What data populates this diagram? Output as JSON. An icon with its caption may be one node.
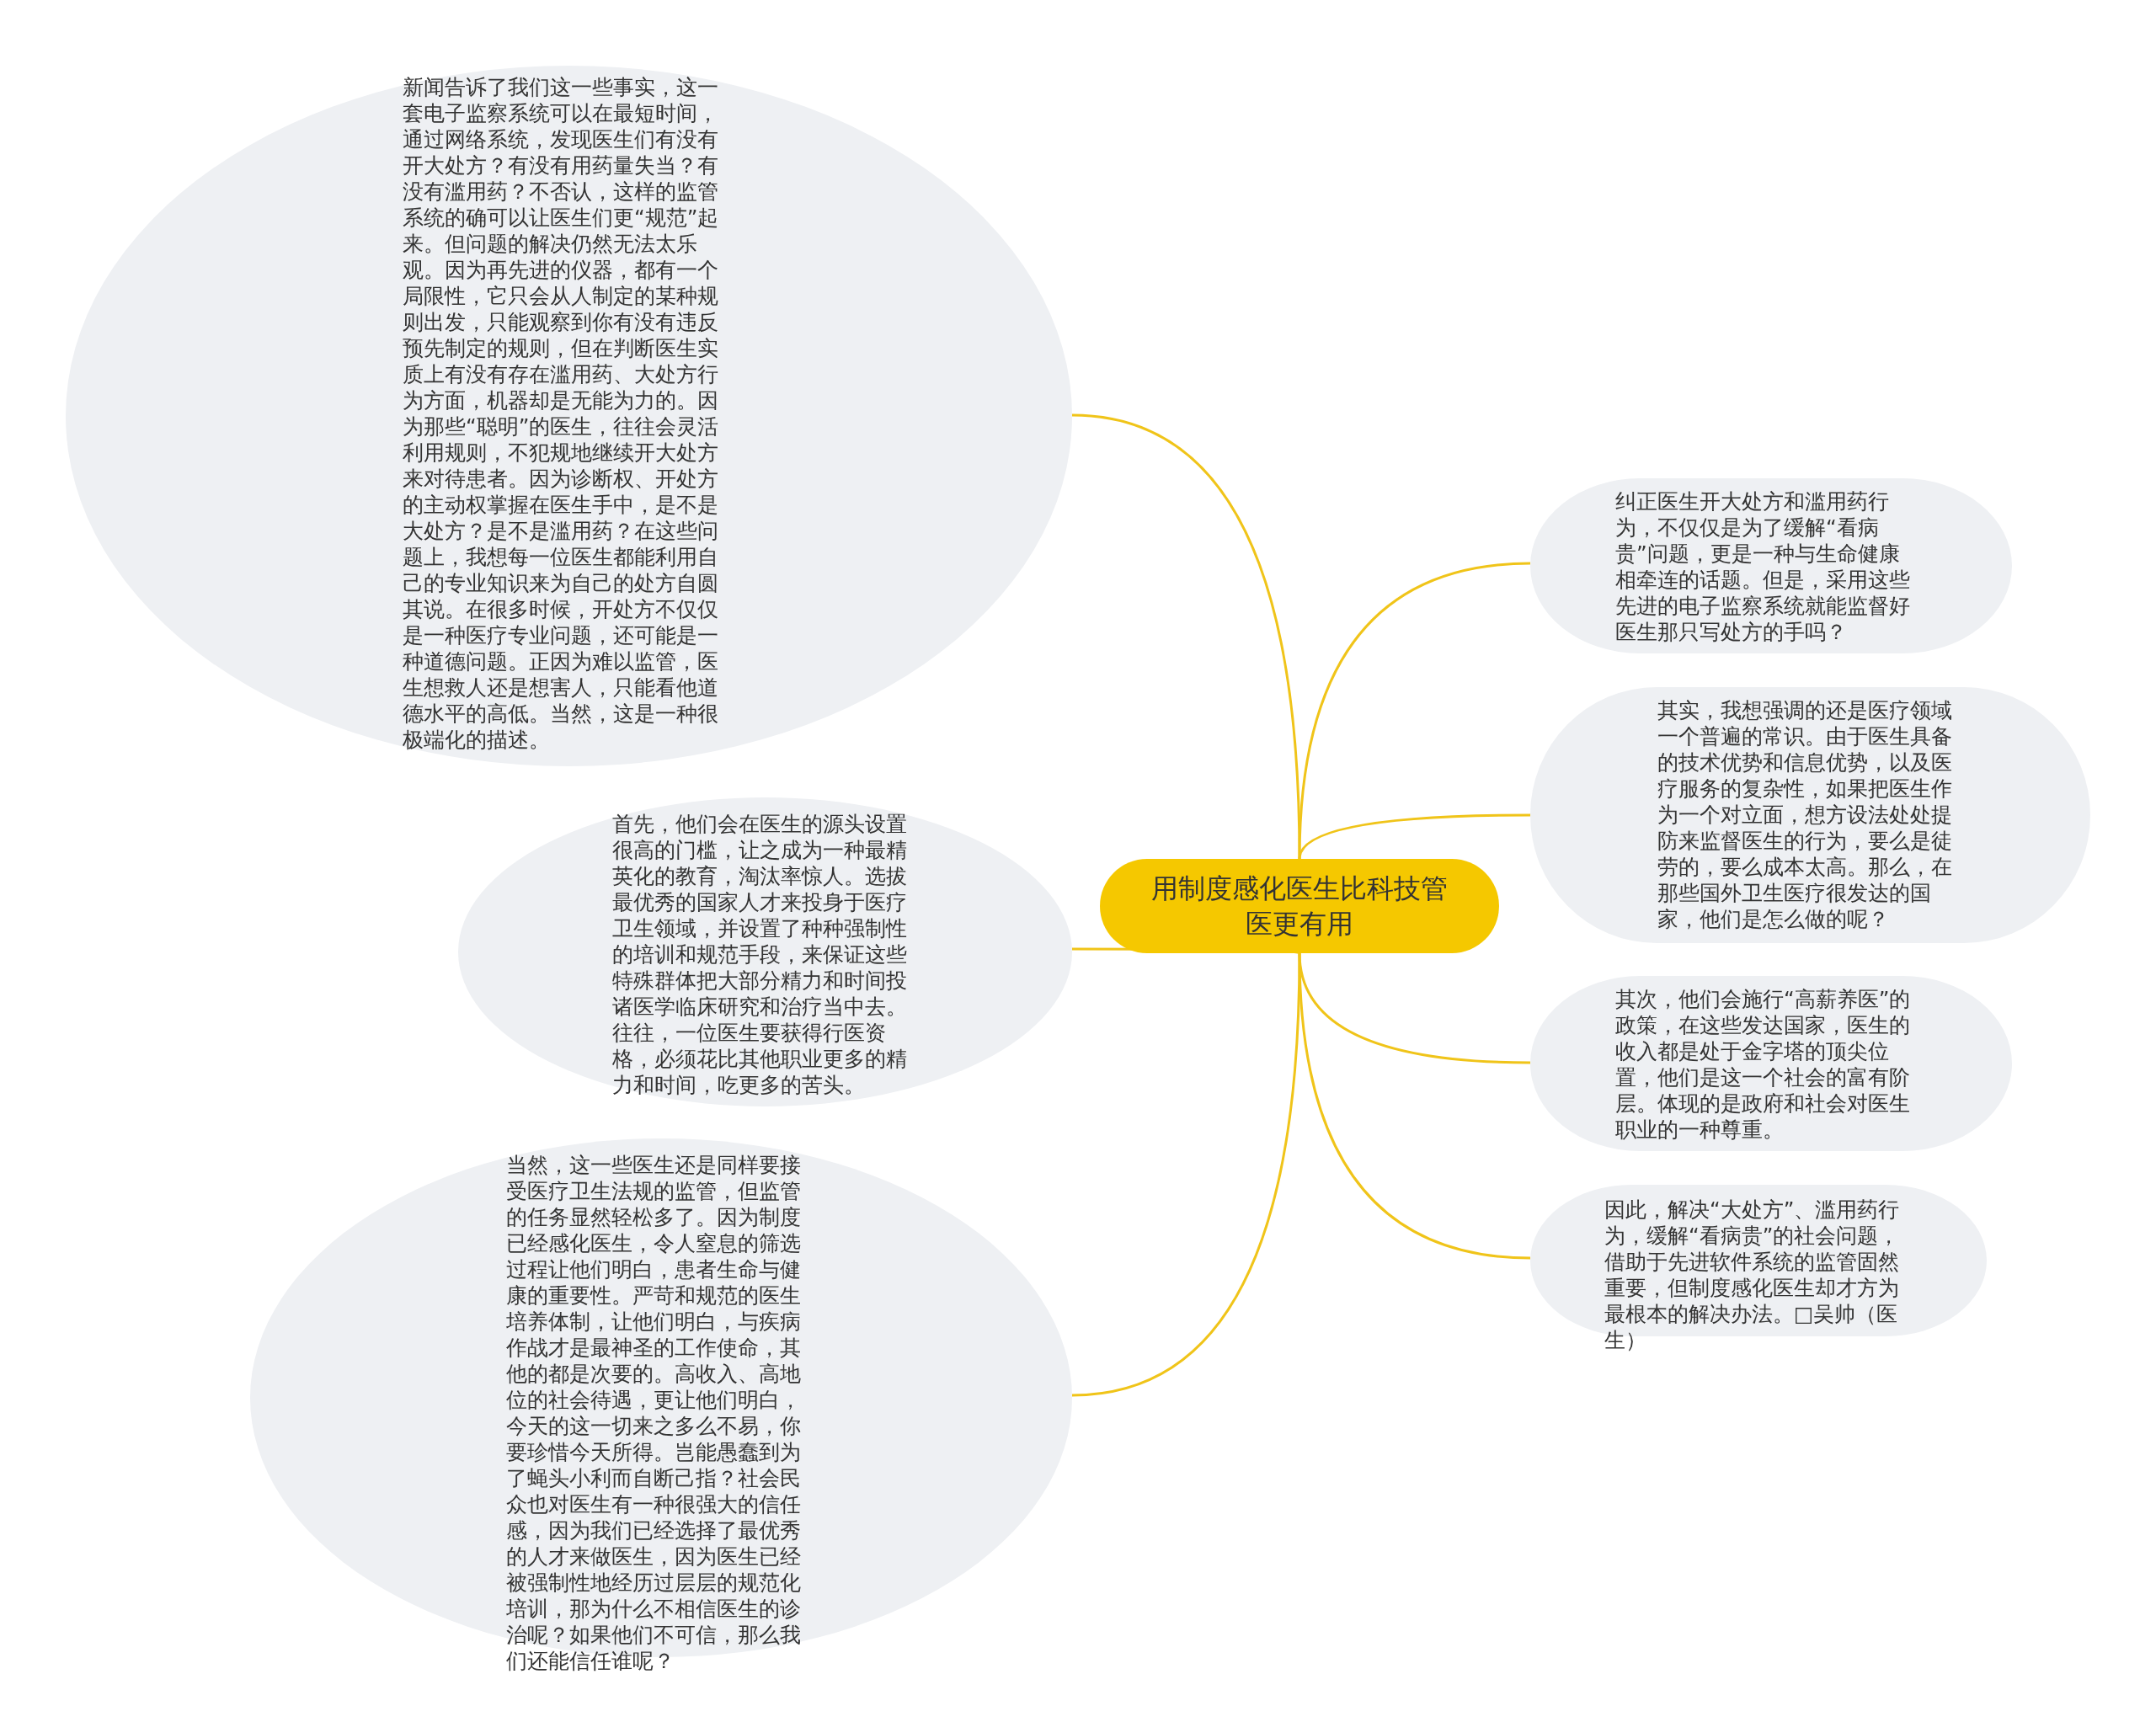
{
  "diagram": {
    "nodes": [
      {
        "text": [
          "用制度感化医生比科技管医更有用"
        ]
      },
      {
        "text": [
          "新闻告诉了我们这一些事实，这一套电子监察系统可以在最短时间，通过网络系统，发现医生们有没有开大处方？有没有用药量失当？有没有滥用药？不否认，这样的监管系统的确可以让医生们更“规范”起来。但问题的解决仍然无法太乐观。因为再先进的仪器，都有一个局限性，它只会从人制定的某种规则出发，只能观察到你有没有违反预先制定的规则，但在判断医生实质上有没有存在滥用药、大处方行为方面，机器却是无能为力的。因为那些“聪明”的医生，往往会灵活利用规则，不犯规地继续开大处方来对待患者。因为诊断权、开处方的主动权掌握在医生手中，是不是大处方？是不是滥用药？在这些问题上，我想每一位医生都能利用自己的专业知识来为自己的处方自圆其说。在很多时候，开处方不仅仅是一种医疗专业问题，还可能是一种道德问题。正因为难以监管，医生想救人还是想害人，只能看他道德水平的高低。当然，这是一种很极端化的描述。"
        ]
      },
      {
        "text": [
          "首先，他们会在医生的源头设置很高的门槛，让之成为一种最精英化的教育，淘汰率惊人。选拔最优秀的国家人才来投身于医疗卫生领域，并设置了种种强制性的培训和规范手段，来保证这些特殊群体把大部分精力和时间投诸医学临床研究和治疗当中去。往往，一位医生要获得行医资格，必须花比其他职业更多的精力和时间，吃更多的苦头。"
        ]
      },
      {
        "text": [
          "当然，这一些医生还是同样要接受医疗卫生法规的监管，但监管的任务显然轻松多了。因为制度已经感化医生，令人窒息的筛选过程让他们明白，患者生命与健康的重要性。严苛和规范的医生培养体制，让他们明白，与疾病作战才是最神圣的工作使命，其他的都是次要的。高收入、高地位的社会待遇，更让他们明白，今天的这一切来之多么不易，你要珍惜今天所得。岂能愚蠢到为了蝇头小利而自断己指？社会民众也对医生有一种很强大的信任感，因为我们已经选择了最优秀的人才来做医生，因为医生已经被强制性地经历过层层的规范化培训，那为什么不相信医生的诊治呢？如果他们不可信，那么我们还能信任谁呢？"
        ]
      },
      {
        "text": [
          "纠正医生开大处方和滥用药行为，不仅仅是为了缓解“看病贵”问题，更是一种与生命健康相牵连的话题。但是，采用这些先进的电子监察系统就能监督好医生那只写处方的手吗？"
        ]
      },
      {
        "text": [
          "其实，我想强调的还是医疗领域一个普遍的常识。由于医生具备的技术优势和信息优势，以及医疗服务的复杂性，如果把医生作为一个对立面，想方设法处处提防来监督医生的行为，要么是徒劳的，要么成本太高。那么，在那些国外卫生医疗很发达的国家，他们是怎么做的呢？"
        ]
      },
      {
        "text": [
          "其次，他们会施行“高薪养医”的政策，在这些发达国家，医生的收入都是处于金字塔的顶尖位置，他们是这一个社会的富有阶层。体现的是政府和社会对医生职业的一种尊重。"
        ]
      },
      {
        "text": [
          "因此，解决“大处方”、滥用药行为，缓解“看病贵”的社会问题，借助于先进软件系统的监管固然重要，但制度感化医生却才方为最根本的解决办法。□吴帅（医生）"
        ]
      }
    ],
    "edges": [
      {
        "from": 0,
        "to": 1,
        "arrow": "none"
      },
      {
        "from": 0,
        "to": 2,
        "arrow": "none"
      },
      {
        "from": 0,
        "to": 3,
        "arrow": "none"
      },
      {
        "from": 0,
        "to": 4,
        "arrow": "none"
      },
      {
        "from": 0,
        "to": 5,
        "arrow": "none"
      },
      {
        "from": 0,
        "to": 6,
        "arrow": "none"
      },
      {
        "from": 0,
        "to": 7,
        "arrow": "none"
      }
    ]
  }
}
